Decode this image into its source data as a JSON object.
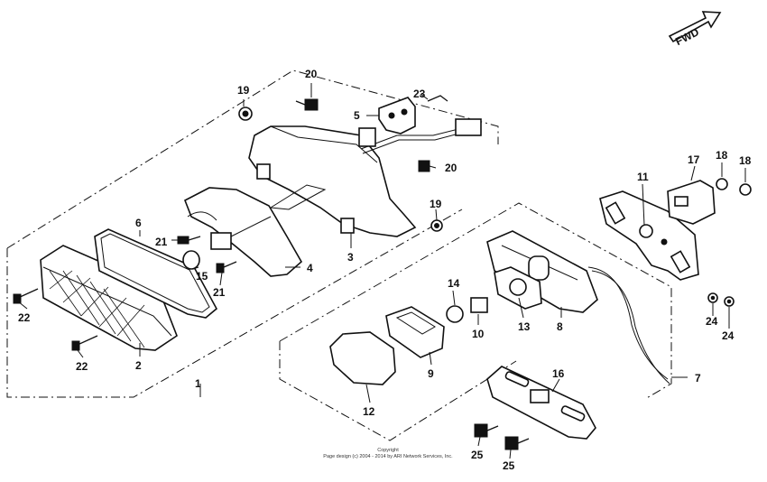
{
  "fwd_label": "FWD",
  "callouts": {
    "c1": "1",
    "c2": "2",
    "c3": "3",
    "c4": "4",
    "c5": "5",
    "c6": "6",
    "c7": "7",
    "c8": "8",
    "c9": "9",
    "c10": "10",
    "c11": "11",
    "c12": "12",
    "c13": "13",
    "c14": "14",
    "c15": "15",
    "c16": "16",
    "c17": "17",
    "c18a": "18",
    "c18b": "18",
    "c19a": "19",
    "c19b": "19",
    "c20a": "20",
    "c20b": "20",
    "c21a": "21",
    "c21b": "21",
    "c22a": "22",
    "c22b": "22",
    "c23": "23",
    "c24a": "24",
    "c24b": "24",
    "c25a": "25",
    "c25b": "25"
  },
  "copyright": {
    "line1": "Copyright",
    "line2": "Page design (c) 2004 - 2014 by ARI Network Services, Inc."
  }
}
